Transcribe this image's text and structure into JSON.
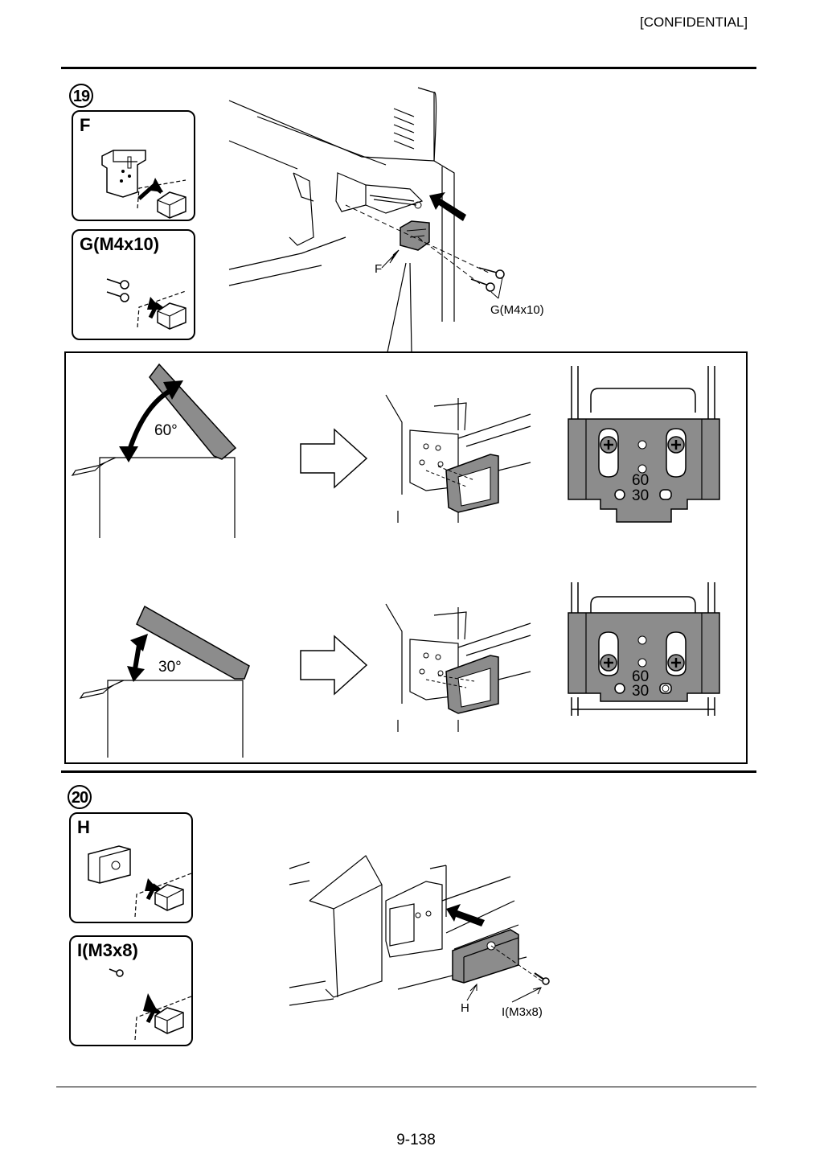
{
  "header": {
    "confidential": "[CONFIDENTIAL]"
  },
  "step19": {
    "number": "19",
    "parts": [
      {
        "label": "F"
      },
      {
        "label": "G(M4x10)"
      }
    ],
    "callouts": {
      "f": "F",
      "g": "G(M4x10)"
    },
    "angles": {
      "upper": "60°",
      "lower": "30°"
    },
    "plate_marks": {
      "sixty": "60",
      "thirty": "30"
    }
  },
  "step20": {
    "number": "20",
    "parts": [
      {
        "label": "H"
      },
      {
        "label": "I(M3x8)"
      }
    ],
    "callouts": {
      "h": "H",
      "i": "I(M3x8)"
    }
  },
  "footer": {
    "page_number": "9-138"
  },
  "colors": {
    "part_fill": "#8c8c8c",
    "line": "#000000"
  }
}
